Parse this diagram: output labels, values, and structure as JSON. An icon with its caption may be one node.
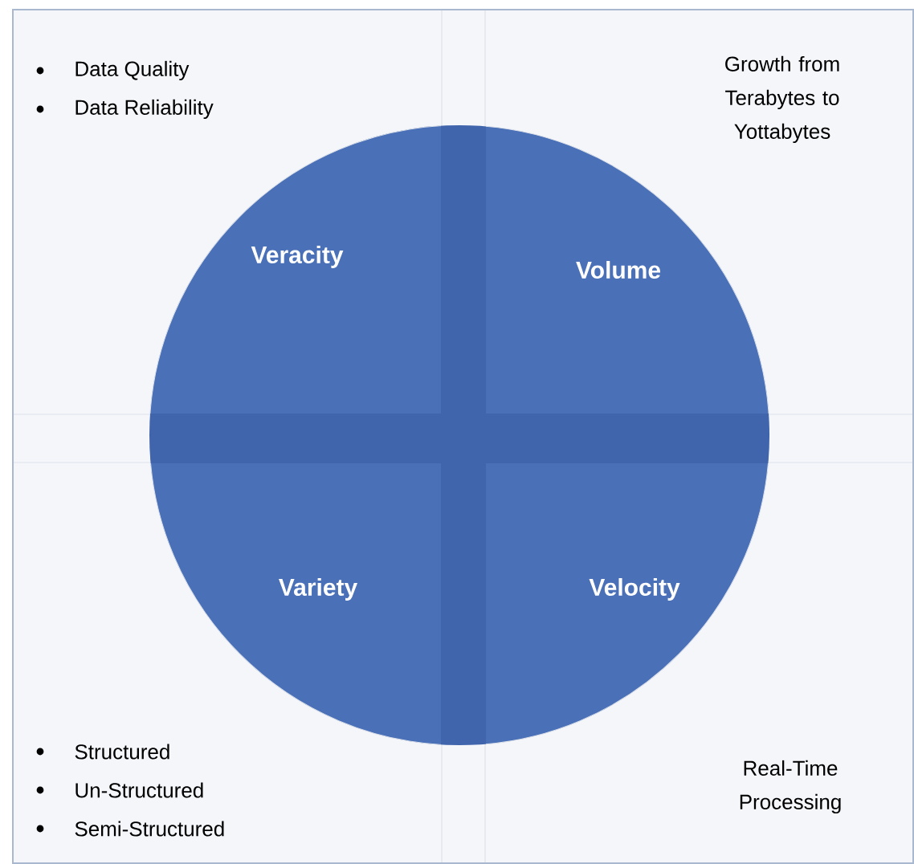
{
  "diagram": {
    "nodes": [
      {
        "text": [
          "Data Quality",
          "Data Reliability"
        ]
      },
      {
        "text": [
          "Veracity"
        ],
        "in": 0
      },
      {
        "text": [
          "Growth from Terabytes to Yottabytes"
        ]
      },
      {
        "text": [
          "Volume"
        ],
        "in": 2
      },
      {
        "text": [
          "Structured",
          "Un-Structured",
          "Semi-Structured"
        ]
      },
      {
        "text": [
          "Variety"
        ],
        "in": 4
      },
      {
        "text": [
          "Real-Time Processing"
        ]
      },
      {
        "text": [
          "Velocity"
        ],
        "in": 6
      }
    ]
  }
}
